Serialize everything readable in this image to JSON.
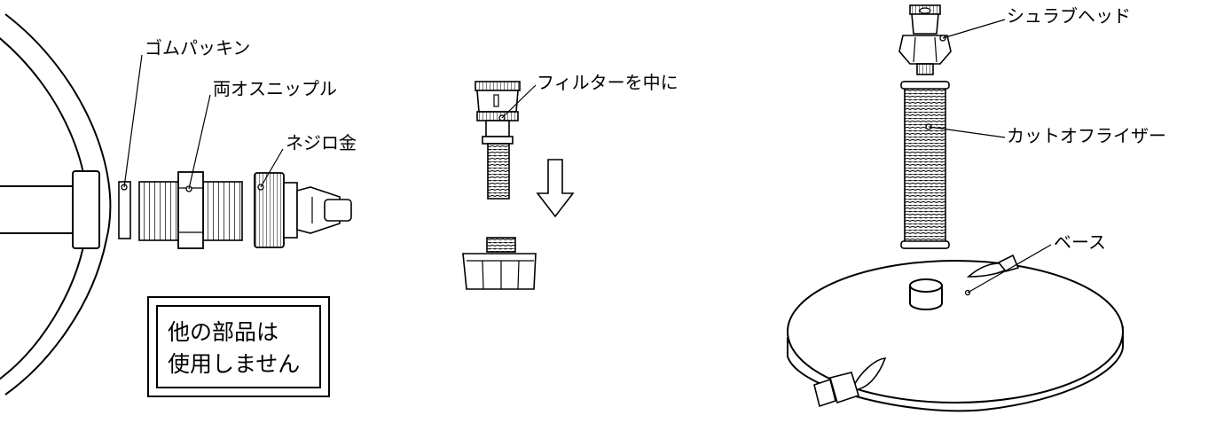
{
  "labels": {
    "gomu_packing": "ゴムパッキン",
    "ryo_osu_nipple": "両オスニップル",
    "nejiro_kane": "ネジロ金",
    "filter_inside": "フィルターを中に",
    "shrub_head": "シュラブヘッド",
    "cut_off_riser": "カットオフライザー",
    "base": "ベース"
  },
  "notice": {
    "line1": "他の部品は",
    "line2": "使用しません"
  },
  "colors": {
    "line": "#000000",
    "background": "#ffffff",
    "shading": "#cfcfcf"
  }
}
